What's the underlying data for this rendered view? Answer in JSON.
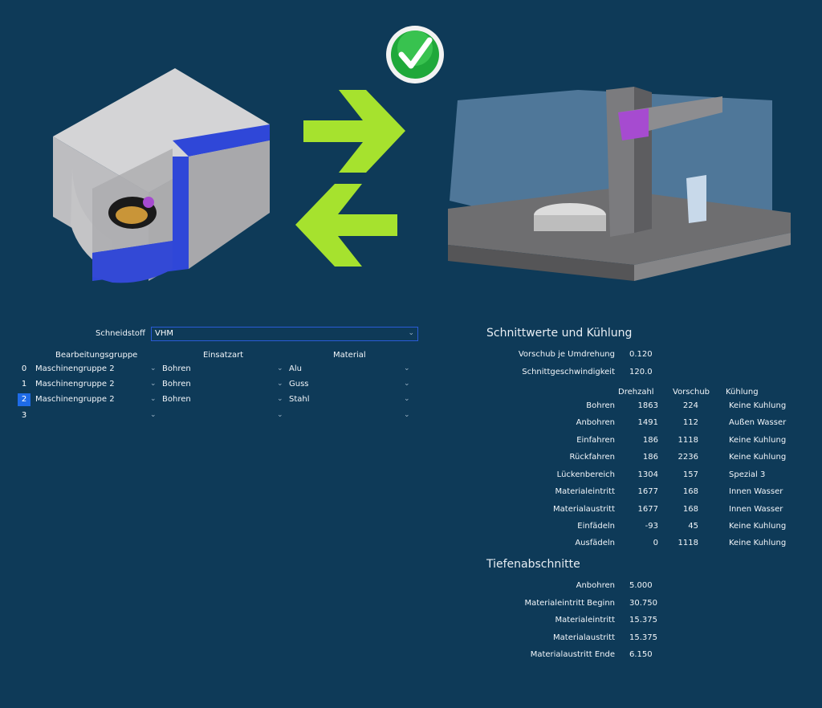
{
  "top": {
    "check_icon": "check-icon",
    "arrow_right_icon": "arrow-right-icon",
    "arrow_left_icon": "arrow-left-icon",
    "accent_green": "#a6e22e",
    "accent_blue": "#2f47d8"
  },
  "left": {
    "schneidstoff_label": "Schneidstoff",
    "schneidstoff_value": "VHM",
    "headers": {
      "group": "Bearbeitungsgruppe",
      "type": "Einsatzart",
      "material": "Material"
    },
    "rows": [
      {
        "index": "0",
        "group": "Maschinengruppe 2",
        "type": "Bohren",
        "material": "Alu"
      },
      {
        "index": "1",
        "group": "Maschinengruppe 2",
        "type": "Bohren",
        "material": "Guss"
      },
      {
        "index": "2",
        "group": "Maschinengruppe 2",
        "type": "Bohren",
        "material": "Stahl"
      },
      {
        "index": "3",
        "group": "",
        "type": "",
        "material": ""
      }
    ]
  },
  "right": {
    "section1_title": "Schnittwerte und Kühlung",
    "vorschub_label": "Vorschub je Umdrehung",
    "vorschub_value": "0.120",
    "schnitt_label": "Schnittgeschwindigkeit",
    "schnitt_value": "120.0",
    "col_headers": {
      "drehzahl": "Drehzahl",
      "vorschub": "Vorschub",
      "kuehlung": "Kühlung"
    },
    "rows": [
      {
        "label": "Bohren",
        "drehzahl": "1863",
        "vorschub": "224",
        "kuehlung": "Keine Kuhlung"
      },
      {
        "label": "Anbohren",
        "drehzahl": "1491",
        "vorschub": "112",
        "kuehlung": "Außen Wasser"
      },
      {
        "label": "Einfahren",
        "drehzahl": "186",
        "vorschub": "1118",
        "kuehlung": "Keine Kuhlung"
      },
      {
        "label": "Rückfahren",
        "drehzahl": "186",
        "vorschub": "2236",
        "kuehlung": "Keine Kuhlung"
      },
      {
        "label": "Lückenbereich",
        "drehzahl": "1304",
        "vorschub": "157",
        "kuehlung": "Spezial 3"
      },
      {
        "label": "Materialeintritt",
        "drehzahl": "1677",
        "vorschub": "168",
        "kuehlung": "Innen Wasser"
      },
      {
        "label": "Materialaustritt",
        "drehzahl": "1677",
        "vorschub": "168",
        "kuehlung": "Innen Wasser"
      },
      {
        "label": "Einfädeln",
        "drehzahl": "-93",
        "vorschub": "45",
        "kuehlung": "Keine Kuhlung"
      },
      {
        "label": "Ausfädeln",
        "drehzahl": "0",
        "vorschub": "1118",
        "kuehlung": "Keine Kuhlung"
      }
    ],
    "section2_title": "Tiefenabschnitte",
    "depth_rows": [
      {
        "label": "Anbohren",
        "value": "5.000"
      },
      {
        "label": "Materialeintritt Beginn",
        "value": "30.750"
      },
      {
        "label": "Materialeintritt",
        "value": "15.375"
      },
      {
        "label": "Materialaustritt",
        "value": "15.375"
      },
      {
        "label": "Materialaustritt Ende",
        "value": "6.150"
      }
    ]
  }
}
